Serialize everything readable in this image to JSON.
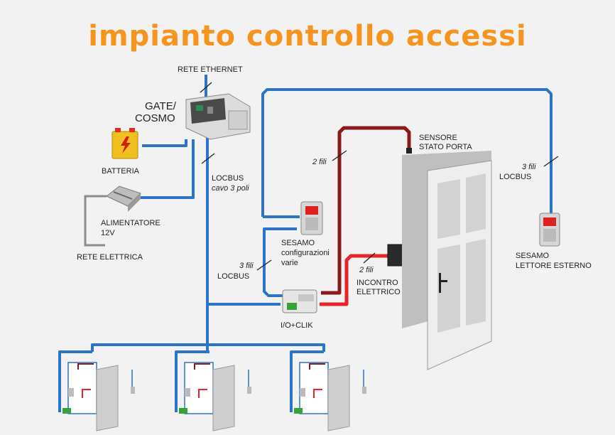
{
  "title": "impianto controllo accessi",
  "colors": {
    "title": "#f7941d",
    "locbus": "#2b74c6",
    "two_wire_dark": "#8b1a1a",
    "two_wire_red": "#e8232a",
    "power": "#8c8c8c",
    "door": "#d9d9d9"
  },
  "labels": {
    "rete_ethernet": "RETE ETHERNET",
    "gate_cosmo_1": "GATE/",
    "gate_cosmo_2": "COSMO",
    "batteria": "BATTERIA",
    "alimentatore_1": "ALIMENTATORE",
    "alimentatore_2": "12V",
    "rete_elettrica": "RETE ELETTRICA",
    "locbus_main": "LOCBUS",
    "locbus_cable": "cavo 3 poli",
    "two_wires_a": "2 fili",
    "sensore_1": "SENSORE",
    "sensore_2": "STATO PORTA",
    "three_wires_right": "3 fili",
    "locbus_right": "LOCBUS",
    "sesamo_1": "SESAMO",
    "sesamo_2": "configurazioni",
    "sesamo_3": "varie",
    "three_wires_left": "3 fili",
    "locbus_left": "LOCBUS",
    "two_wires_b": "2 fili",
    "incontro_1": "INCONTRO",
    "incontro_2": "ELETTRICO",
    "io_clik": "I/O+CLIK",
    "sesamo_ext_1": "SESAMO",
    "sesamo_ext_2": "LETTORE ESTERNO"
  }
}
